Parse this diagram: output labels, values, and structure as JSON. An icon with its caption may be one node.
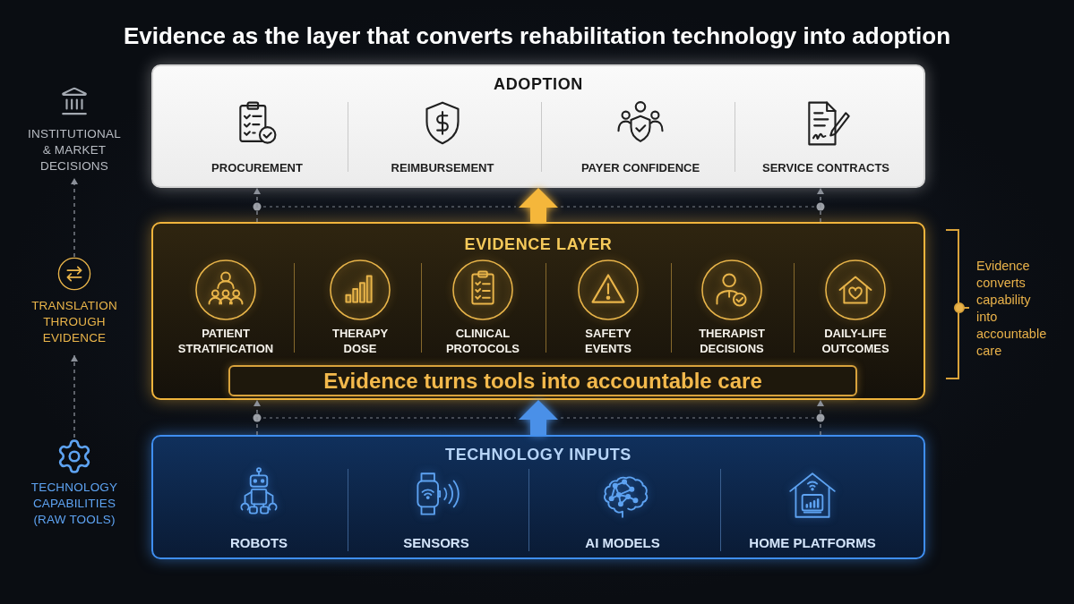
{
  "diagram": {
    "title": "Evidence as the layer that converts rehabilitation technology into adoption",
    "nodes": [
      {
        "text": [
          "ADOPTION"
        ]
      },
      {
        "text": [
          "PROCUREMENT"
        ],
        "in": 0
      },
      {
        "text": [
          "REIMBURSEMENT"
        ],
        "in": 0
      },
      {
        "text": [
          "PAYER CONFIDENCE"
        ],
        "in": 0
      },
      {
        "text": [
          "SERVICE CONTRACTS"
        ],
        "in": 0
      },
      {
        "text": [
          "INSTITUTIONAL & MARKET DECISIONS"
        ]
      },
      {
        "text": [
          "EVIDENCE LAYER"
        ],
        "beside": [
          "Evidence converts capability into accountable care"
        ]
      },
      {
        "text": [
          "PATIENT STRATIFICATION"
        ],
        "in": 6
      },
      {
        "text": [
          "THERAPY DOSE"
        ],
        "in": 6
      },
      {
        "text": [
          "CLINICAL PROTOCOLS"
        ],
        "in": 6
      },
      {
        "text": [
          "SAFETY EVENTS"
        ],
        "in": 6
      },
      {
        "text": [
          "THERAPIST DECISIONS"
        ],
        "in": 6
      },
      {
        "text": [
          "DAILY-LIFE OUTCOMES"
        ],
        "in": 6
      },
      {
        "text": [
          "Evidence turns tools into accountable care"
        ],
        "in": 6
      },
      {
        "text": [
          "TRANSLATION THROUGH EVIDENCE"
        ]
      },
      {
        "text": [
          "TECHNOLOGY INPUTS"
        ]
      },
      {
        "text": [
          "ROBOTS"
        ],
        "in": 15
      },
      {
        "text": [
          "SENSORS"
        ],
        "in": 15
      },
      {
        "text": [
          "AI MODELS"
        ],
        "in": 15
      },
      {
        "text": [
          "HOME PLATFORMS"
        ],
        "in": 15
      },
      {
        "text": [
          "TECHNOLOGY CAPABILITIES (RAW TOOLS)"
        ]
      }
    ],
    "edges": [
      {
        "from": 15,
        "to": 6,
        "arrow": "to",
        "style": "thick",
        "color": "#4a90e8"
      },
      {
        "from": 6,
        "to": 0,
        "arrow": "to",
        "style": "thick",
        "color": "#f5b73b"
      },
      {
        "from": 6,
        "to": 0,
        "arrow": "to",
        "style": "dashed"
      },
      {
        "from": 6,
        "to": 0,
        "arrow": "to",
        "style": "dashed"
      },
      {
        "from": 15,
        "to": 6,
        "arrow": "to",
        "style": "dashed"
      },
      {
        "from": 15,
        "to": 6,
        "arrow": "to",
        "style": "dashed"
      },
      {
        "from": 20,
        "to": 14,
        "arrow": "to",
        "style": "dashed"
      },
      {
        "from": 14,
        "to": 5,
        "arrow": "to",
        "style": "dashed"
      }
    ]
  }
}
